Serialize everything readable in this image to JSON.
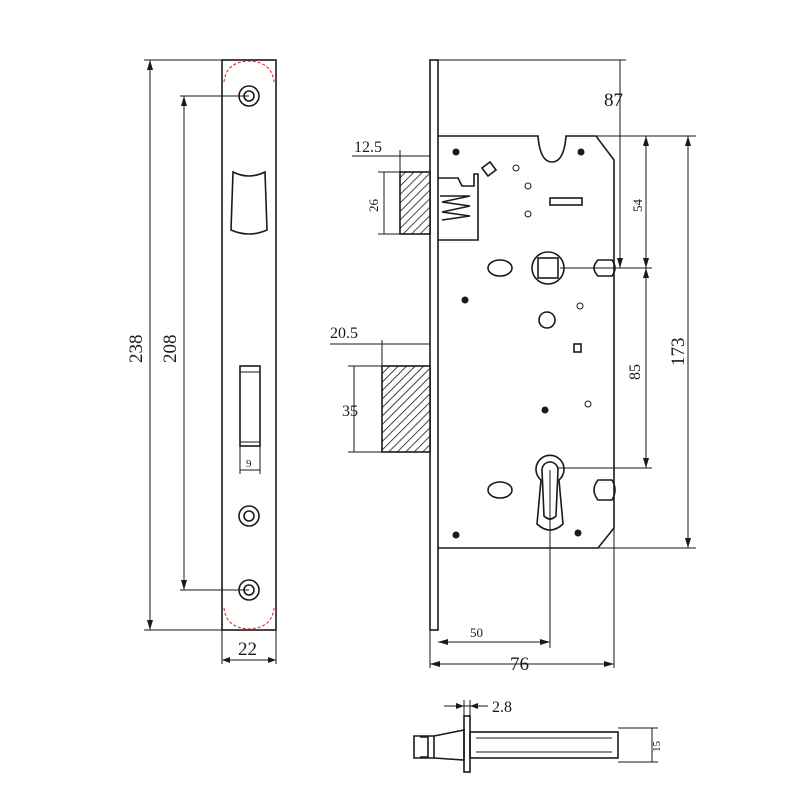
{
  "dimensions": {
    "faceplate_length": "238",
    "screw_spacing": "208",
    "faceplate_width": "22",
    "slot_width": "9",
    "latch_projection": "12.5",
    "latch_height": "26",
    "deadbolt_projection": "20.5",
    "deadbolt_height": "35",
    "top_to_spindle": "87",
    "top_offset": "54",
    "spindle_to_cylinder": "85",
    "case_height": "173",
    "backset": "50",
    "case_depth": "76",
    "plate_thickness": "2.8",
    "bolt_height": "15"
  },
  "colors": {
    "line": "#1a1a1a",
    "cut_marks": "#d42020"
  }
}
